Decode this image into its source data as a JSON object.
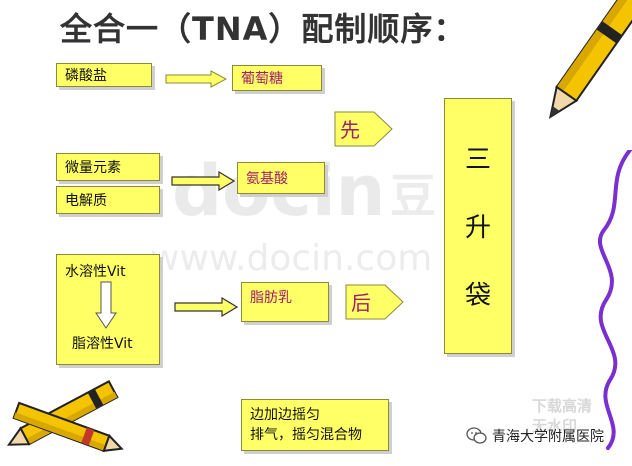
{
  "title": "全合一（TNA）配制顺序：",
  "boxes": {
    "phosphate": "磷酸盐",
    "glucose": "葡萄糖",
    "trace": "微量元素",
    "electrolyte": "电解质",
    "amino": "氨基酸",
    "water_vit": "水溶性Vit",
    "fat_vit": "脂溶性Vit",
    "fat_emulsion": "脂肪乳",
    "first": "先",
    "after": "后",
    "bag_chars": [
      "三",
      "升",
      "袋"
    ],
    "note_line1": "边加边摇匀",
    "note_line2": "排气，摇匀混合物"
  },
  "watermark": {
    "logo_text": "docin",
    "logo_cn": "豆",
    "url": "www.docin.com",
    "corner_line1": "下载高清",
    "corner_line2": "无水印"
  },
  "wechat": {
    "icon": "wechat-icon",
    "account": "青海大学附属医院"
  },
  "colors": {
    "box_fill": "#ffff66",
    "pink_text": "#a0206a",
    "arrow_fill": "#ffff66",
    "pencil_yellow": "#f5c400",
    "squiggle_purple": "#7a2fd0"
  }
}
